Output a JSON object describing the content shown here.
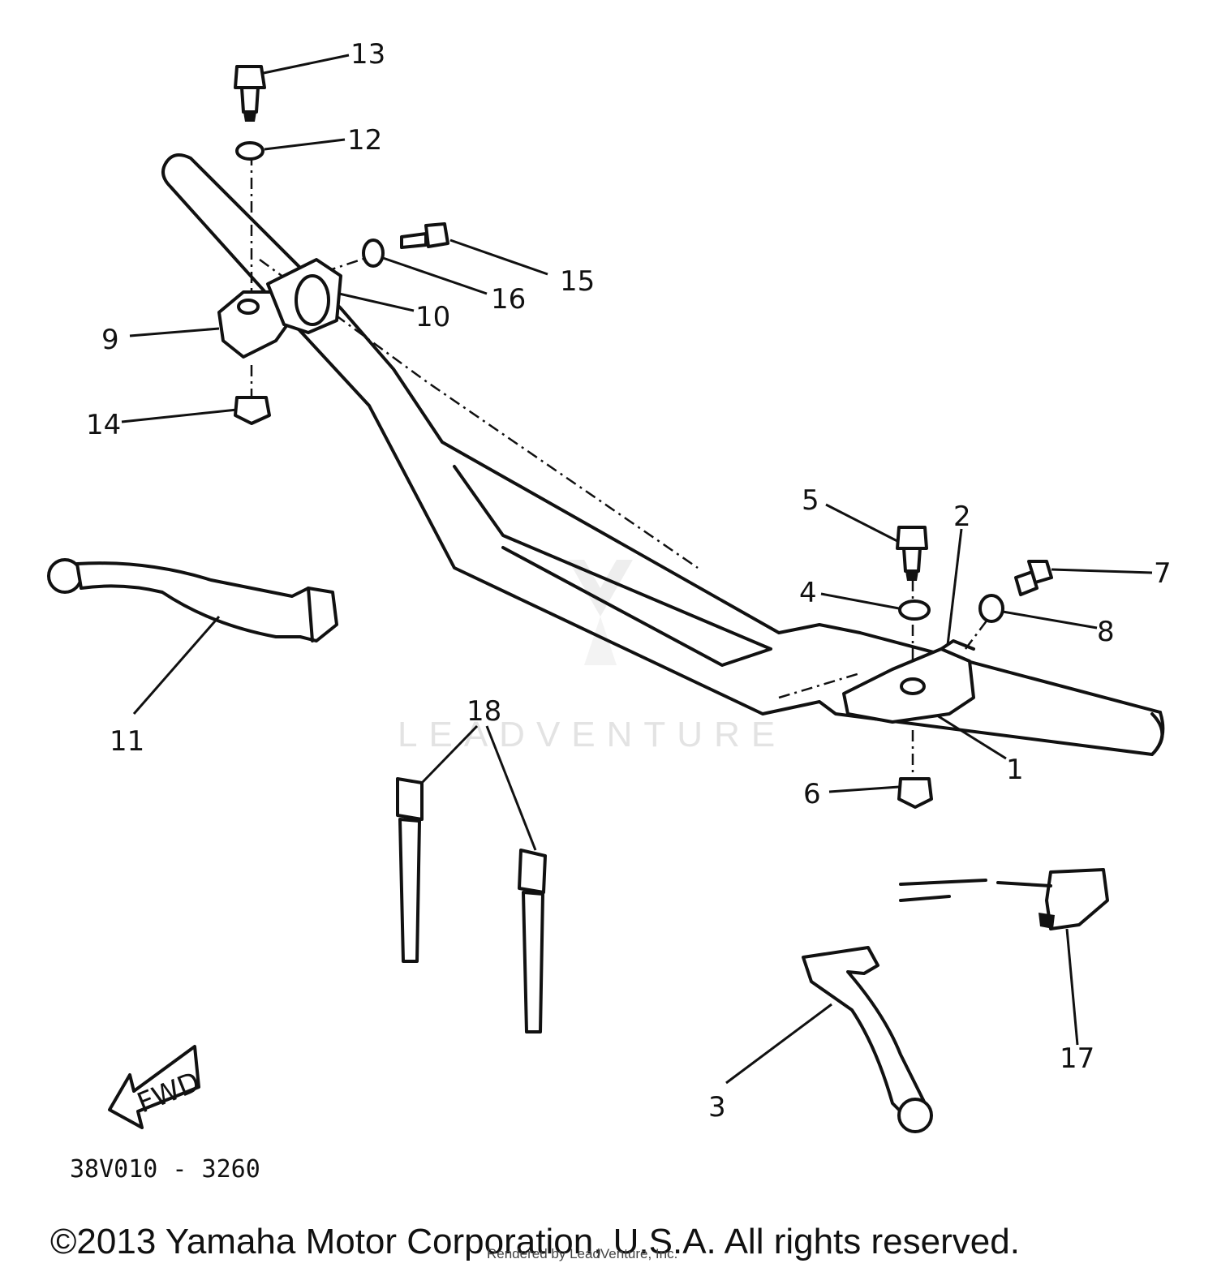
{
  "diagram": {
    "callouts": [
      "1",
      "2",
      "3",
      "4",
      "5",
      "6",
      "7",
      "8",
      "9",
      "10",
      "11",
      "12",
      "13",
      "14",
      "15",
      "16",
      "17",
      "18"
    ],
    "fwd_label": "FWD",
    "code": "38V010 - 3260",
    "watermark": "LEADVENTURE"
  },
  "footer": {
    "copyright": "©2013 Yamaha Motor Corporation, U.S.A. All rights reserved.",
    "credit": "Rendered by LeadVenture, Inc."
  }
}
